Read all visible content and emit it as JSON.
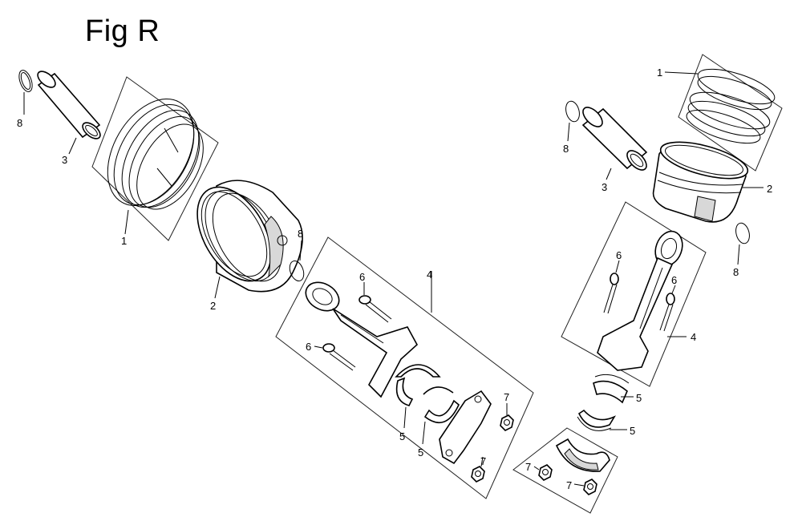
{
  "figure": {
    "title": "Fig R"
  },
  "callouts": {
    "L_ring_clip_8": "8",
    "L_pin_3": "3",
    "L_rings_1": "1",
    "L_piston_2": "2",
    "L_clip_8b": "8",
    "L_rod_4": "4",
    "L_bolt_6a": "6",
    "L_bolt_6b": "6",
    "L_bearing_5a": "5",
    "L_bearing_5b": "5",
    "L_nut_7a": "7",
    "L_nut_7b": "7",
    "R_rings_1": "1",
    "R_clip_8a": "8",
    "R_pin_3": "3",
    "R_piston_2": "2",
    "R_clip_8b": "8",
    "R_bolt_6a": "6",
    "R_bolt_6b": "6",
    "R_rod_4": "4",
    "R_bearing_5a": "5",
    "R_bearing_5b": "5",
    "R_nut_7a": "7",
    "R_nut_7b": "7"
  }
}
